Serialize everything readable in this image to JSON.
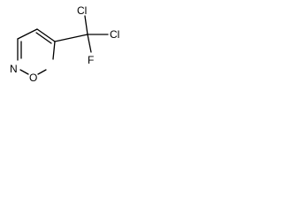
{
  "molecule": {
    "atoms": {
      "n_label": "N",
      "o_label": "O",
      "cl_top_label": "Cl",
      "cl_right_label": "Cl",
      "f_label": "F"
    },
    "colors": {
      "bond": "#000000",
      "label": "#000000",
      "background": "#ffffff"
    }
  }
}
